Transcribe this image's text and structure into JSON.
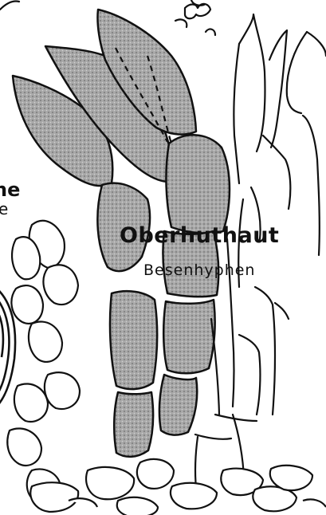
{
  "labels": {
    "title": "Oberhuthaut",
    "subtitle": "Besenhyphen",
    "partial_left_1": "he",
    "partial_left_2": "e"
  },
  "colors": {
    "ink": "#111111",
    "stipple": "#8c8c8c",
    "paper": "#ffffff"
  }
}
